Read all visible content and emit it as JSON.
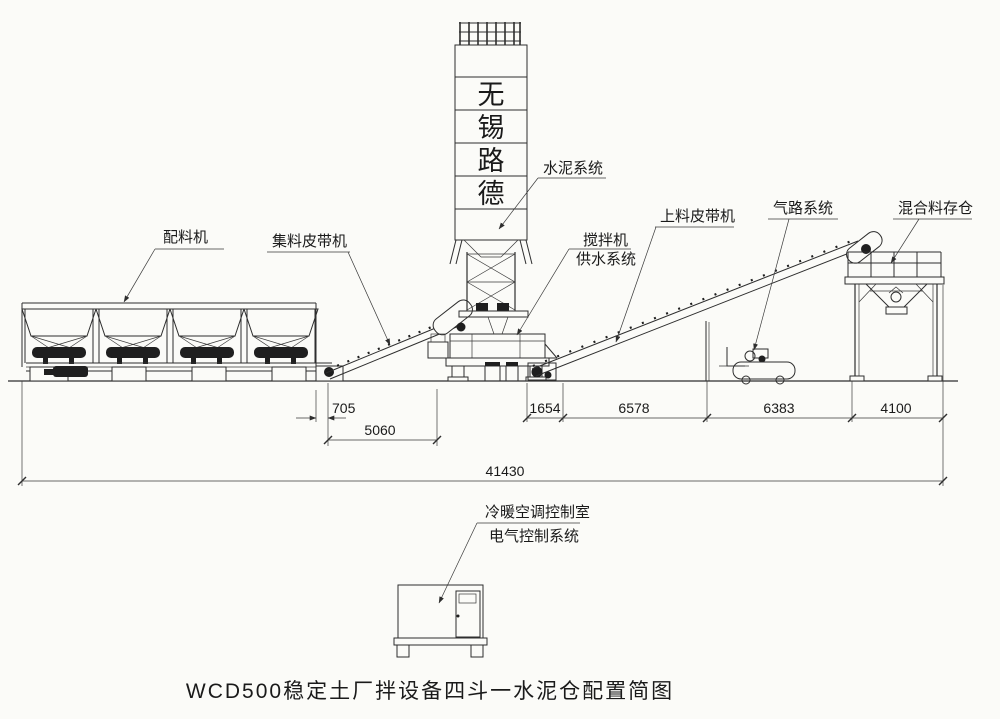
{
  "title": "WCD500稳定土厂拌设备四斗一水泥仓配置简图",
  "silo": {
    "chars": [
      "无",
      "锡",
      "路",
      "德"
    ]
  },
  "labels": {
    "batching": "配料机",
    "aggregate_belt": "集料皮带机",
    "cement_system": "水泥系统",
    "mixer": "搅拌机",
    "water_system": "供水系统",
    "feeding_belt": "上料皮带机",
    "air_system": "气路系统",
    "storage_bin": "混合料存仓",
    "control_room": "冷暖空调控制室",
    "electrical_system": "电气控制系统"
  },
  "dimensions": {
    "batch_offset": "705",
    "batch_span": "5060",
    "mixer_gap": "1654",
    "feed_span1": "6578",
    "feed_span2": "6383",
    "bin_span": "4100",
    "total": "41430"
  },
  "colors": {
    "line": "#2e2e2e",
    "paper": "#fbfbf8",
    "ink": "#1a1a1a"
  }
}
